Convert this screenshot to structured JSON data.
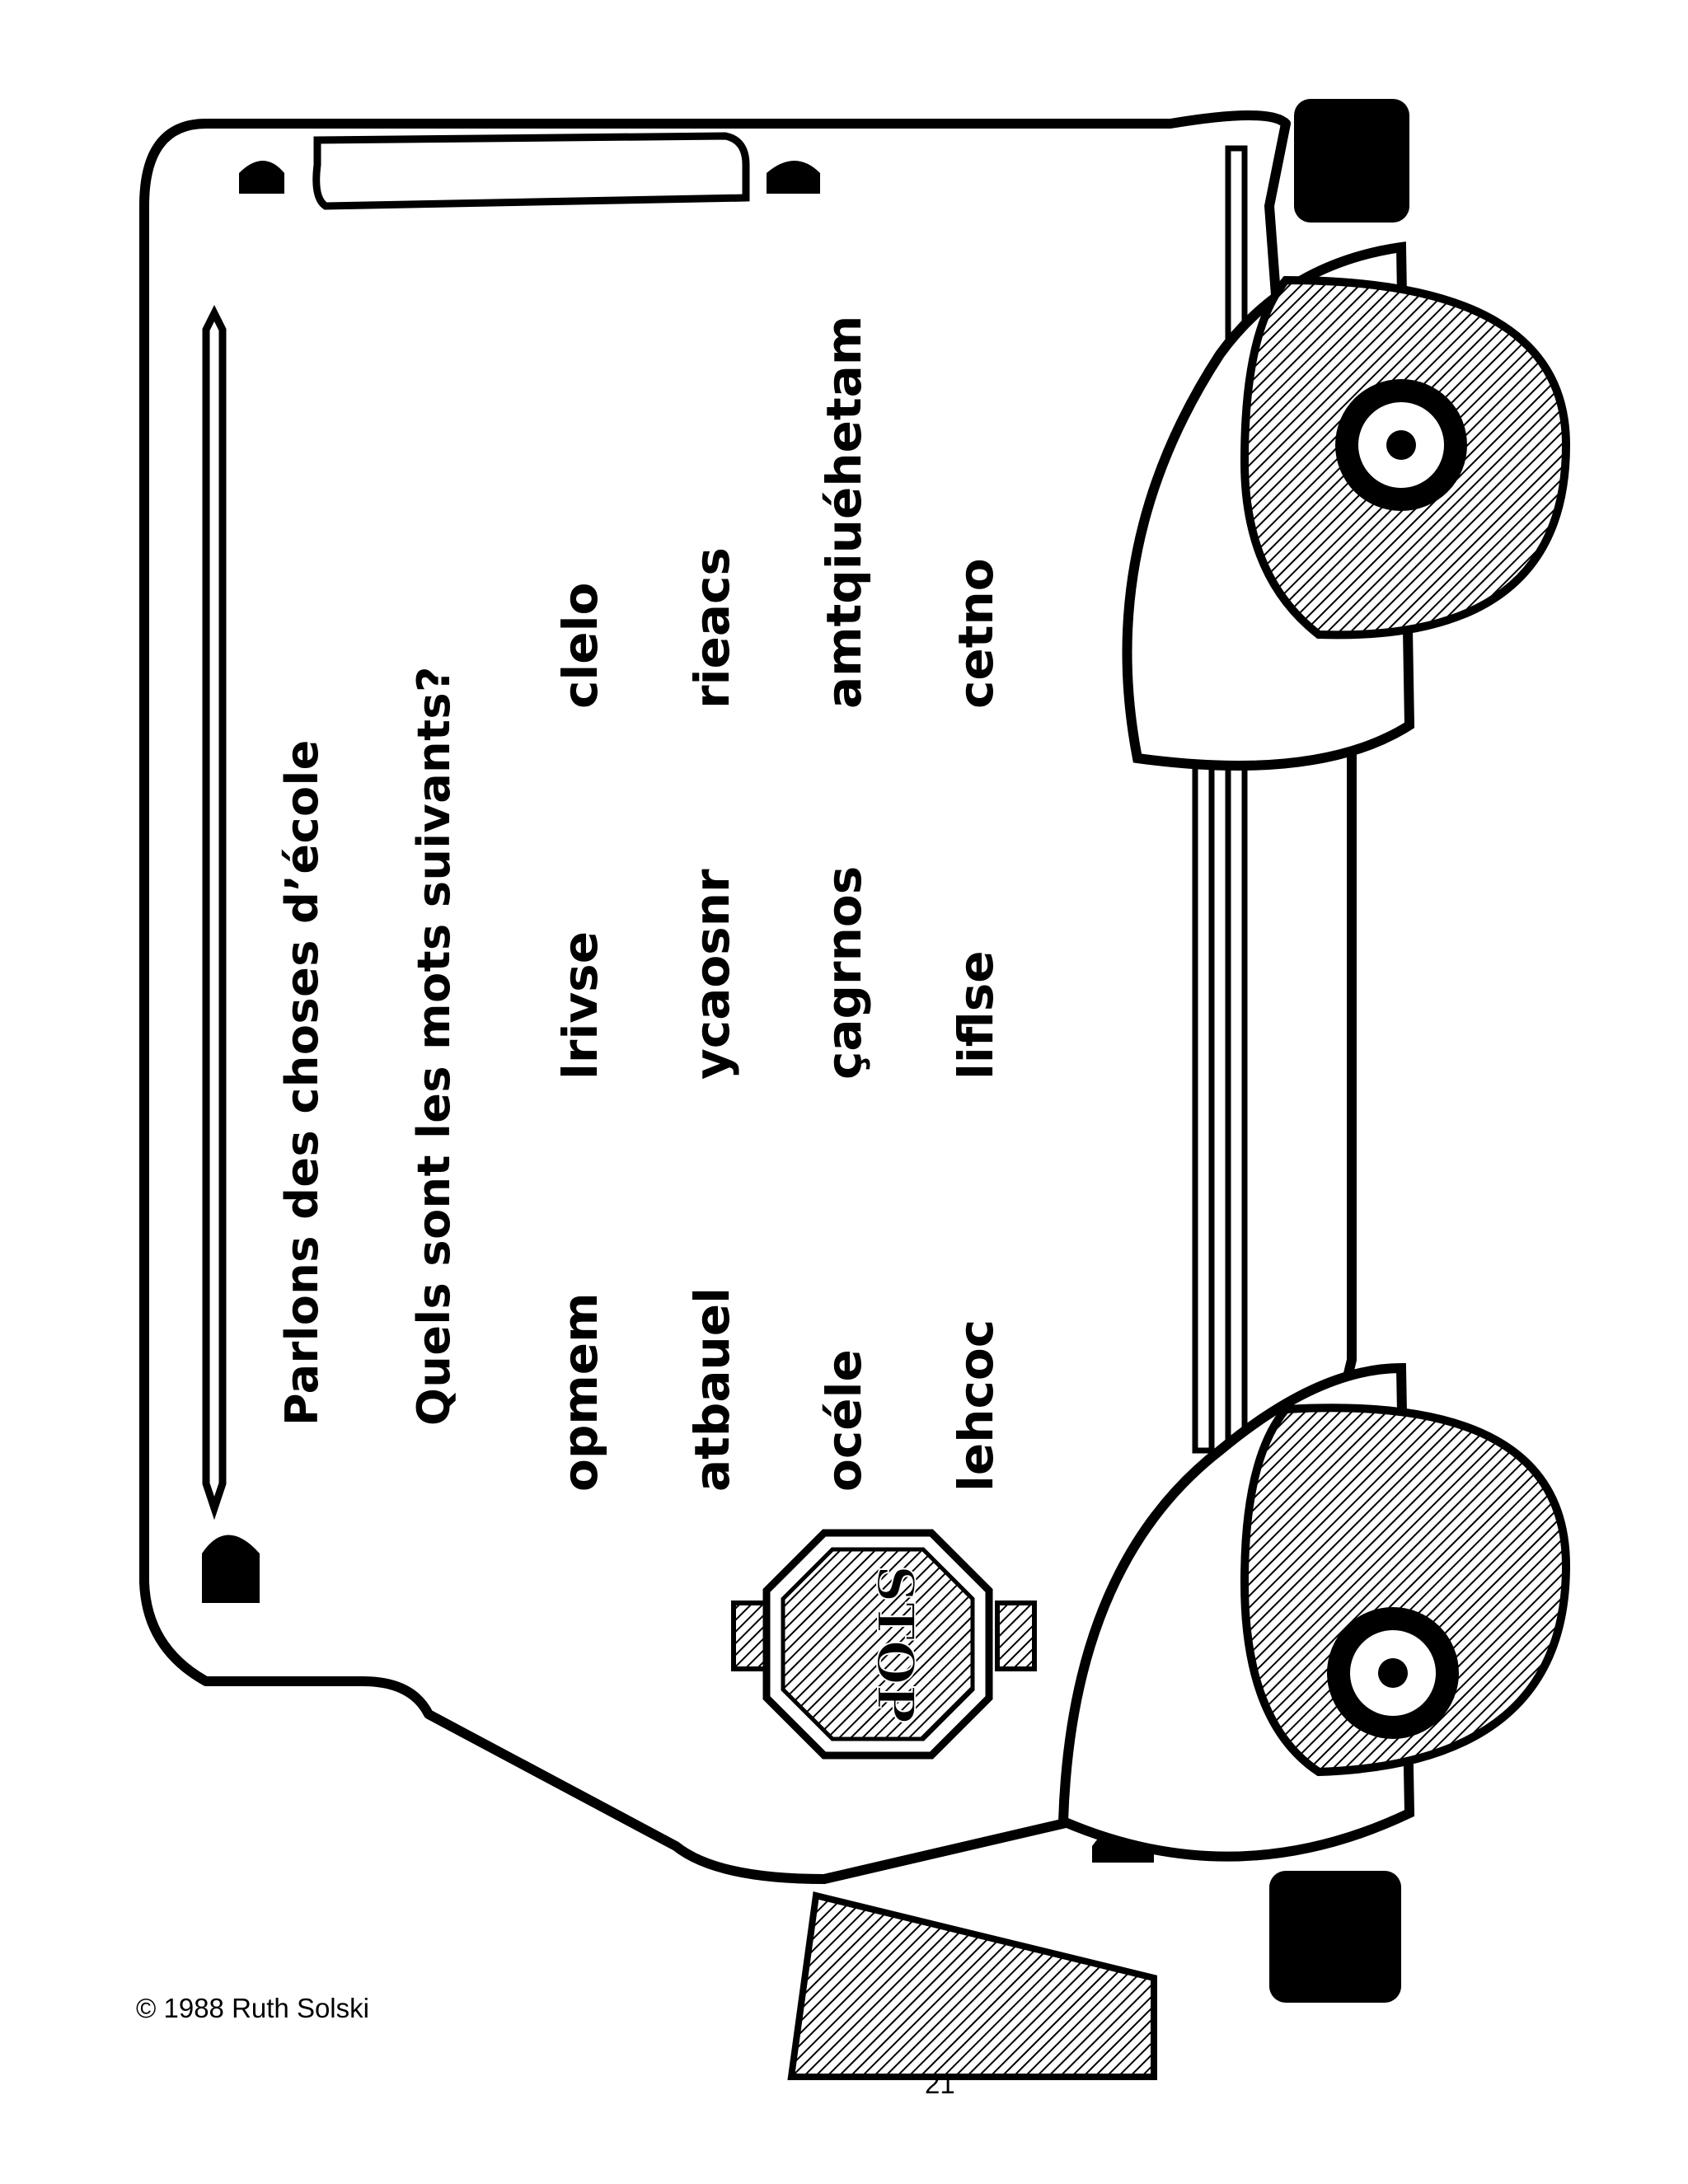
{
  "worksheet": {
    "title": "Parlons des choses d’école",
    "question": "Quels sont les mots suivants?",
    "words": [
      [
        "opmem",
        "lrivse",
        "clelo"
      ],
      [
        "atbauel",
        "ycaosnr",
        "rieacs"
      ],
      [
        "océle",
        "çagrnos",
        "amtqiuéhetam"
      ],
      [
        "lehcoc",
        "liflse",
        "cetno"
      ]
    ]
  },
  "illustration": {
    "stop_sign_text": "STOP"
  },
  "footer": {
    "copyright": "© 1988 Ruth Solski",
    "page_number": "21"
  }
}
